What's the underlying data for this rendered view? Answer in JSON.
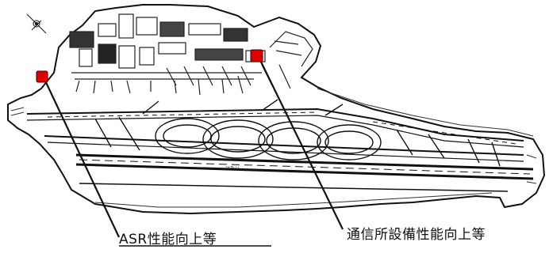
{
  "callouts": [
    {
      "id": "asr",
      "label": "ASR性能向上等"
    },
    {
      "id": "comm",
      "label": "通信所設備性能向上等"
    }
  ],
  "runway_marking": "ｽｷｱﾋﾐﾐ",
  "colors": {
    "line": "#111111",
    "marker": "#e00000",
    "island_fill": "#ffffff",
    "pavement": "#222222"
  },
  "icons": [
    "compass-icon"
  ]
}
